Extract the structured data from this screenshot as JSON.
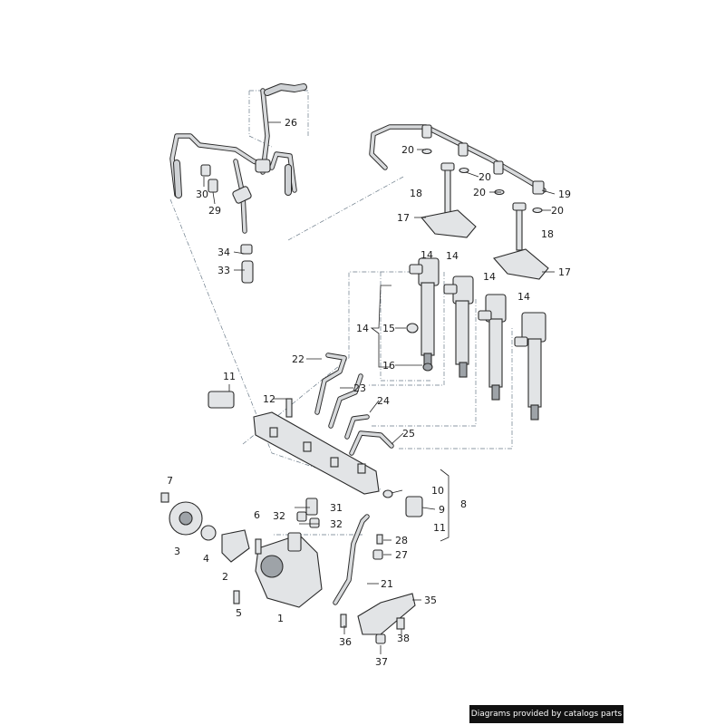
{
  "callouts": {
    "c1": "1",
    "c2": "2",
    "c3": "3",
    "c4": "4",
    "c5": "5",
    "c6": "6",
    "c7": "7",
    "c8": "8",
    "c9": "9",
    "c10": "10",
    "c11a": "11",
    "c11b": "11",
    "c12": "12",
    "c14a": "14",
    "c14b": "14",
    "c14c": "14",
    "c14d": "14",
    "c14e": "14",
    "c15": "15",
    "c16": "16",
    "c17a": "17",
    "c17b": "17",
    "c18a": "18",
    "c18b": "18",
    "c19": "19",
    "c20a": "20",
    "c20b": "20",
    "c20c": "20",
    "c20d": "20",
    "c21": "21",
    "c22": "22",
    "c23": "23",
    "c24": "24",
    "c25": "25",
    "c26": "26",
    "c27": "27",
    "c28": "28",
    "c29": "29",
    "c30": "30",
    "c31": "31",
    "c32a": "32",
    "c32b": "32",
    "c33": "33",
    "c34": "34",
    "c35": "35",
    "c36": "36",
    "c37": "37",
    "c38": "38"
  },
  "credit": "Diagrams provided by catalogs parts"
}
